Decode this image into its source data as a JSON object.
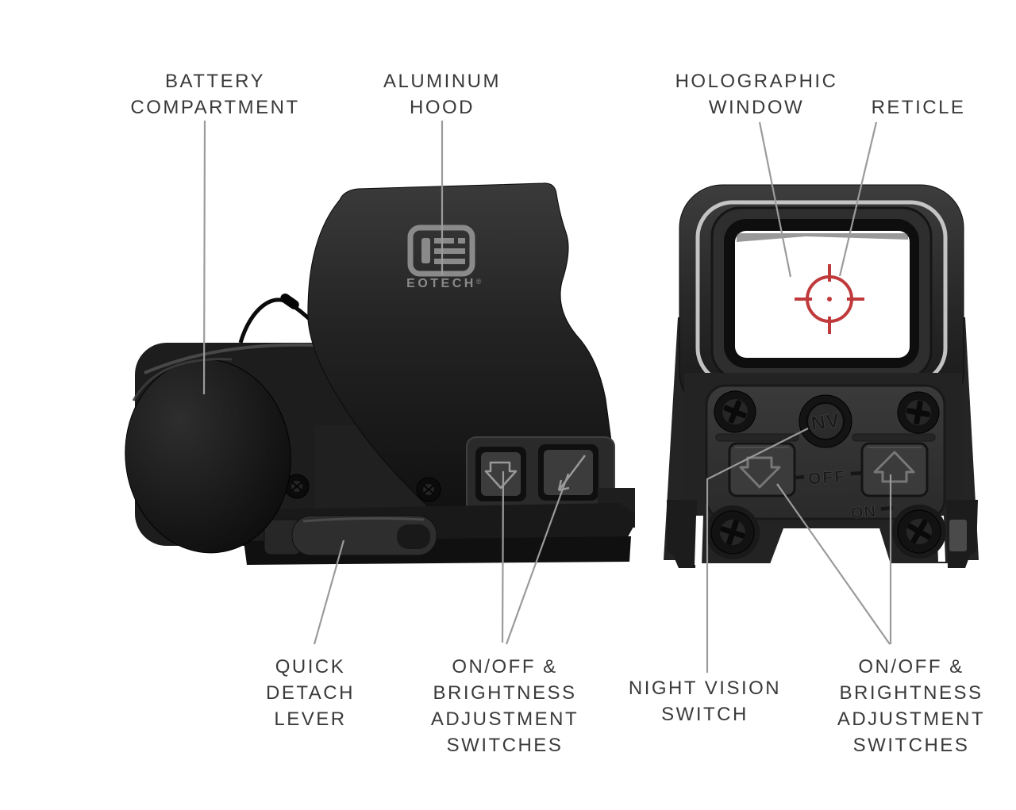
{
  "colors": {
    "background": "#ffffff",
    "label_text": "#3a3a3a",
    "leader_line": "#9b9b9b",
    "device_black": "#1a1a1a",
    "panel_gray": "#313131",
    "logo_gray": "#8a8a8a",
    "glint_silver": "#d4d4d4",
    "reticle_red": "#c03a3c",
    "window_white": "#ffffff"
  },
  "side_view": {
    "logo": {
      "icon": "eotech-logo-icon",
      "text": "EOTECH",
      "registered_mark": "®"
    },
    "labels": {
      "battery_compartment": {
        "lines": [
          "BATTERY",
          "COMPARTMENT"
        ]
      },
      "aluminum_hood": {
        "lines": [
          "ALUMINUM",
          "HOOD"
        ]
      },
      "quick_detach_lever": {
        "lines": [
          "QUICK",
          "DETACH",
          "LEVER"
        ]
      },
      "onoff_brightness": {
        "lines": [
          "ON/OFF &",
          "BRIGHTNESS",
          "ADJUSTMENT",
          "SWITCHES"
        ]
      }
    }
  },
  "rear_view": {
    "markings": {
      "nv_button": "NV",
      "off": "OFF",
      "on": "ON"
    },
    "labels": {
      "holographic_window": {
        "lines": [
          "HOLOGRAPHIC",
          "WINDOW"
        ]
      },
      "reticle": {
        "lines": [
          "RETICLE"
        ]
      },
      "night_vision_switch": {
        "lines": [
          "NIGHT VISION",
          "SWITCH"
        ]
      },
      "onoff_brightness": {
        "lines": [
          "ON/OFF &",
          "BRIGHTNESS",
          "ADJUSTMENT",
          "SWITCHES"
        ]
      }
    }
  }
}
